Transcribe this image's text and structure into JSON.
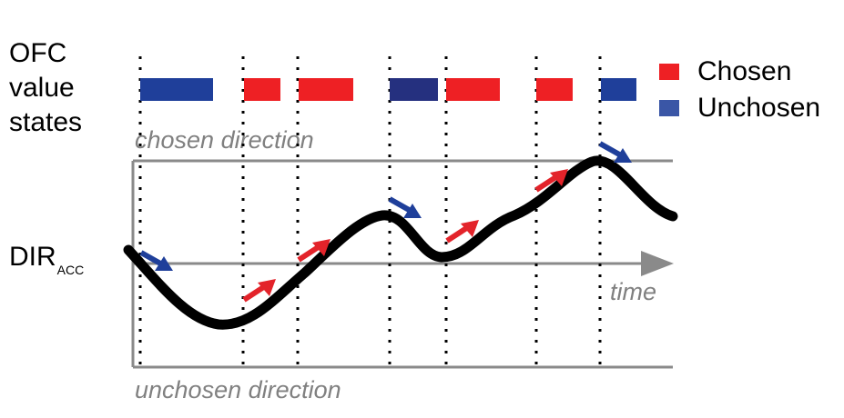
{
  "ofc": {
    "line1": "OFC",
    "line2": "value",
    "line3": "states"
  },
  "dir": {
    "main": "DIR",
    "sub": "ACC"
  },
  "labels": {
    "chosen_direction": "chosen direction",
    "unchosen_direction": "unchosen direction",
    "time": "time"
  },
  "legend": {
    "chosen": {
      "label": "Chosen",
      "color": "#ee2024"
    },
    "unchosen": {
      "label": "Unchosen",
      "color": "#3a56a6"
    }
  },
  "colors": {
    "red_state": "#ee2024",
    "blue_state": "#1f3f9a",
    "dark_blue_state": "#25307f",
    "arrow_red": "#e3232a",
    "arrow_blue": "#1f3f9a",
    "axis_gray": "#8a8a8a",
    "curve": "#000000"
  },
  "state_sequence": [
    "Unchosen",
    "Chosen",
    "Chosen",
    "Unchosen",
    "Chosen",
    "Chosen",
    "Unchosen"
  ]
}
